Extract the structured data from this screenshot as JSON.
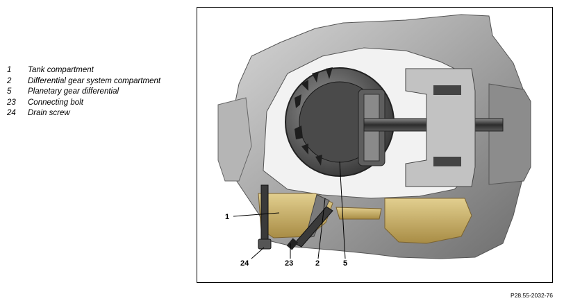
{
  "legend": [
    {
      "num": "1",
      "text": "Tank compartment"
    },
    {
      "num": "2",
      "text": "Differential gear system compartment"
    },
    {
      "num": "5",
      "text": "Planetary gear differential"
    },
    {
      "num": "23",
      "text": "Connecting bolt"
    },
    {
      "num": "24",
      "text": "Drain screw"
    }
  ],
  "callouts": {
    "c1": "1",
    "c24": "24",
    "c23": "23",
    "c2": "2",
    "c5": "5"
  },
  "reference_code": "P28.55-2032-76",
  "colors": {
    "housing": "#9a9a9a",
    "oil": "#c9b06a",
    "gear": "#3a3a3a"
  }
}
